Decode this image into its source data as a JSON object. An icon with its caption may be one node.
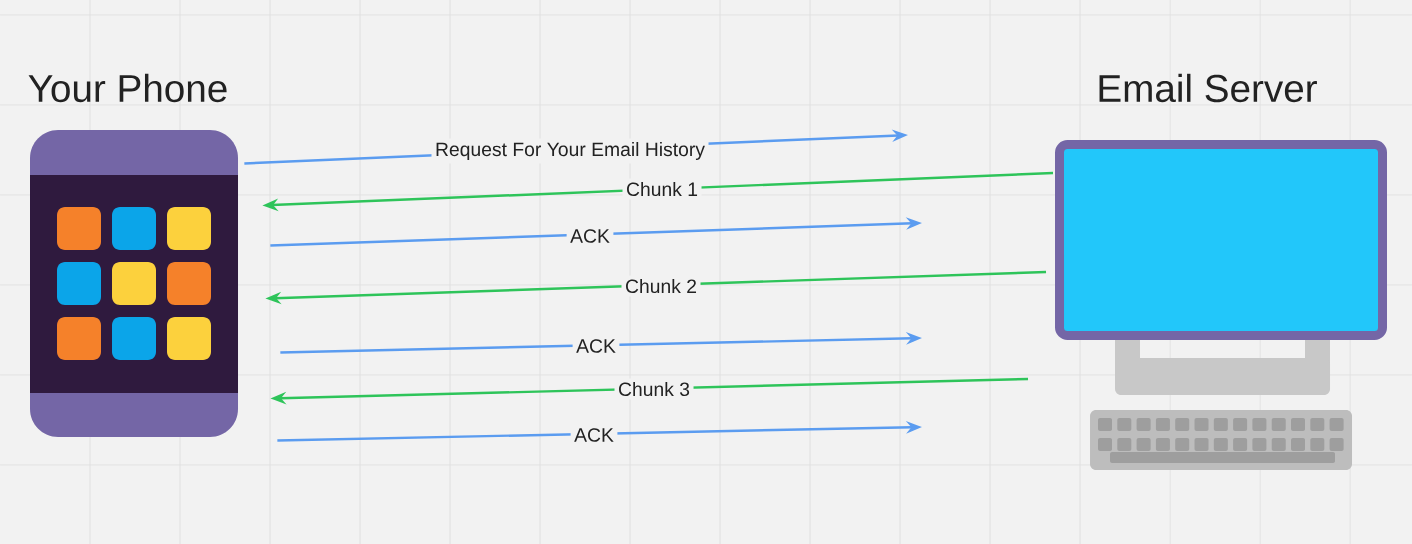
{
  "diagram": {
    "nodes": [
      {
        "text": [
          "Your Phone"
        ]
      },
      {
        "text": [
          "Email Server"
        ]
      }
    ],
    "edges": [
      {
        "from": 0,
        "to": null,
        "arrow": "to",
        "label": "Request For Your Email History"
      },
      {
        "from": 1,
        "to": 0,
        "arrow": "to",
        "label": "Chunk 1",
        "color": "#2ec45a"
      },
      {
        "from": 0,
        "to": null,
        "arrow": "to",
        "label": "ACK"
      },
      {
        "from": 1,
        "to": 0,
        "arrow": "to",
        "label": "Chunk 2",
        "color": "#2ec45a"
      },
      {
        "from": 0,
        "to": null,
        "arrow": "to",
        "label": "ACK"
      },
      {
        "from": 1,
        "to": 0,
        "arrow": "to",
        "label": "Chunk 3",
        "color": "#2ec45a"
      },
      {
        "from": 0,
        "to": null,
        "arrow": "to",
        "label": "ACK"
      }
    ]
  }
}
